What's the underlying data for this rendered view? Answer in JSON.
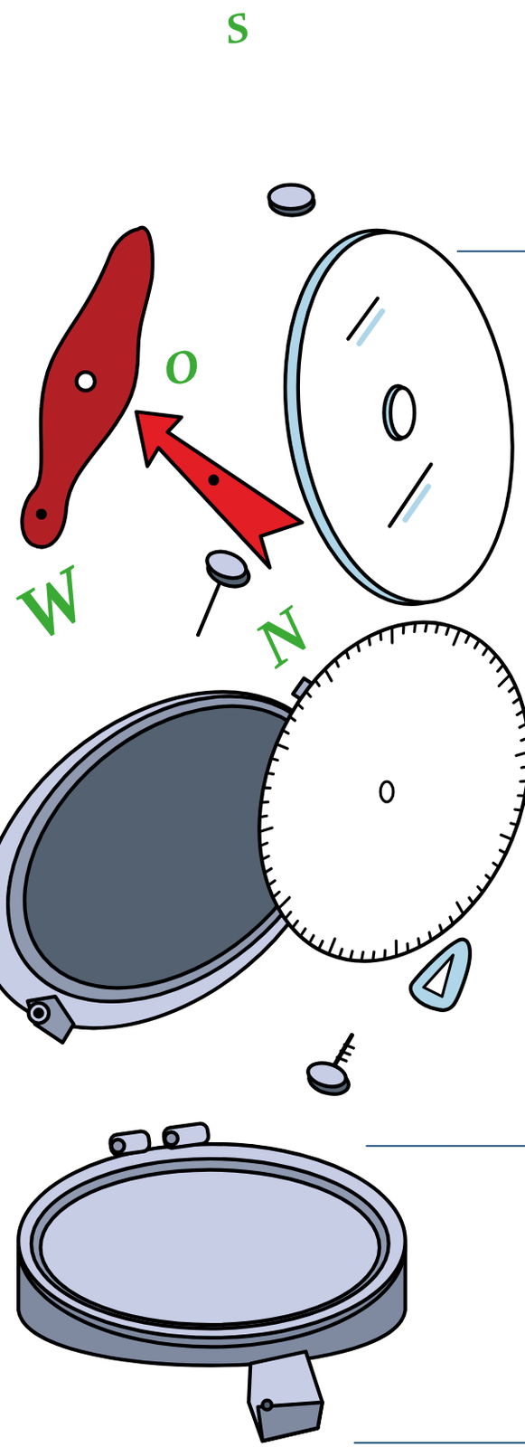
{
  "diagram": {
    "labels": [
      "S",
      "O",
      "W",
      "N"
    ]
  }
}
